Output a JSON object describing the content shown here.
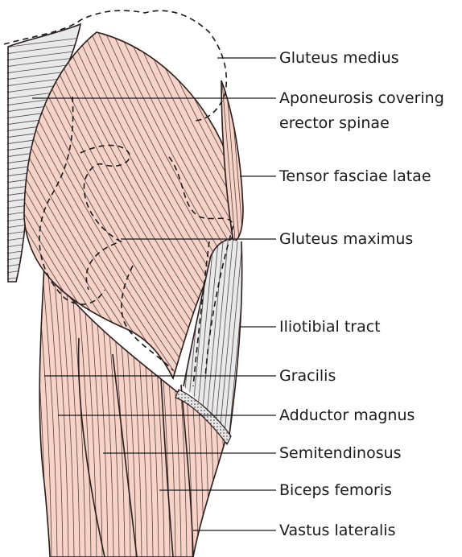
{
  "figure": {
    "colors": {
      "muscle": "#f6d2c8",
      "muscle_light": "#f9ddd5",
      "aponeurosis": "#e8e9eb",
      "outline": "#2a1d1a",
      "text": "#1a1a1a"
    },
    "labels": [
      {
        "id": "gluteus-medius",
        "text": "Gluteus medius"
      },
      {
        "id": "aponeurosis",
        "lines": [
          "Aponeurosis covering",
          "erector spinae"
        ]
      },
      {
        "id": "tensor-fasciae-latae",
        "text": "Tensor fasciae latae"
      },
      {
        "id": "gluteus-maximus",
        "text": "Gluteus maximus"
      },
      {
        "id": "iliotibial-tract",
        "text": "Iliotibial tract"
      },
      {
        "id": "gracilis",
        "text": "Gracilis"
      },
      {
        "id": "adductor-magnus",
        "text": "Adductor magnus"
      },
      {
        "id": "semitendinosus",
        "text": "Semitendinosus"
      },
      {
        "id": "biceps-femoris",
        "text": "Biceps femoris"
      },
      {
        "id": "vastus-lateralis",
        "text": "Vastus lateralis"
      }
    ]
  }
}
